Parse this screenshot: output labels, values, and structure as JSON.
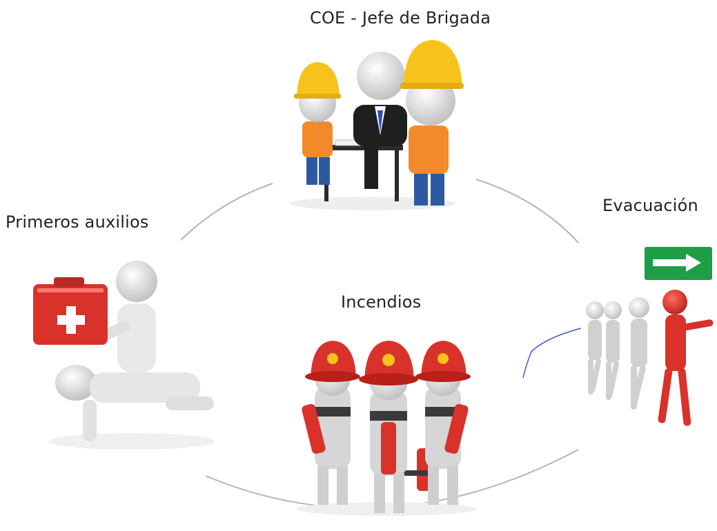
{
  "diagram": {
    "nodes": [
      {
        "id": "coe",
        "label": "COE  - Jefe de Brigada",
        "icon": "team-meeting-icon"
      },
      {
        "id": "primeros",
        "label": "Primeros auxilios",
        "icon": "first-aid-icon"
      },
      {
        "id": "evacuacion",
        "label": "Evacuación",
        "icon": "evacuation-icon"
      },
      {
        "id": "incendios",
        "label": "Incendios",
        "icon": "firefighters-icon"
      }
    ],
    "colors": {
      "helmet_yellow": "#f6c21c",
      "vest_orange": "#f28a2c",
      "firefighter_red": "#d8322a",
      "exit_sign_green": "#1e9e46",
      "figure_gray": "#d9d9d9",
      "ring_gray": "#b5b5b5"
    }
  }
}
